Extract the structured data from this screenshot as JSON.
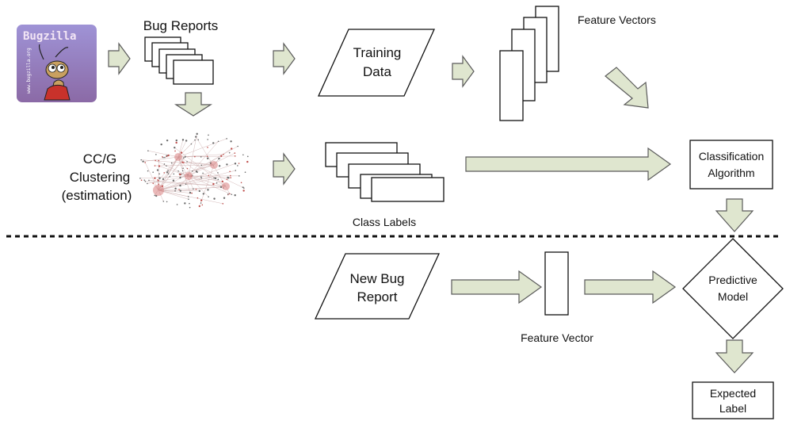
{
  "logo": {
    "name": "Bugzilla",
    "url": "www.bugzilla.org"
  },
  "labels": {
    "bug_reports": "Bug Reports",
    "feature_vectors": "Feature Vectors",
    "training_data": [
      "Training",
      "Data"
    ],
    "clustering": [
      "CC/G",
      "Clustering",
      "(estimation)"
    ],
    "class_labels": "Class Labels",
    "classification_algorithm": [
      "Classification",
      "Algorithm"
    ],
    "new_bug_report": [
      "New Bug",
      "Report"
    ],
    "feature_vector": "Feature Vector",
    "predictive_model": [
      "Predictive",
      "Model"
    ],
    "expected_label": [
      "Expected",
      "Label"
    ]
  },
  "colors": {
    "arrow_fill": "#dfe6cf",
    "logo_bg_top": "#9b8fd1",
    "logo_bg_bottom": "#8a6fa8",
    "divider": "#111111"
  }
}
